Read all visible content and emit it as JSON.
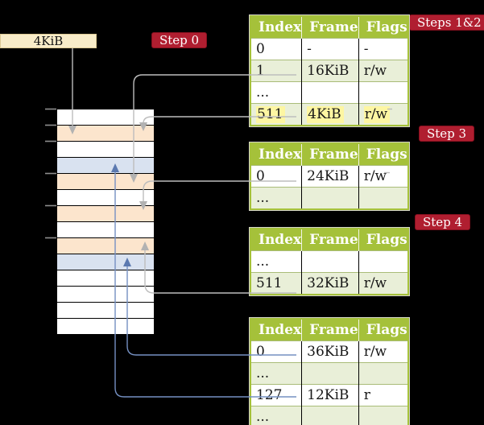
{
  "labels": {
    "frame_address_box": "4KiB",
    "step0": "Step 0",
    "steps_1_2": "Steps 1&2",
    "step3": "Step 3",
    "step4": "Step 4"
  },
  "colors": {
    "header_green": "#a5c13a",
    "row_shaded_green": "#e9efd8",
    "row_white": "#ffffff",
    "highlight_yellow": "#fdf6a2",
    "label_red": "#b01e30",
    "frame_page_table": "#fce5cd",
    "frame_mapped": "#d9e2f0",
    "frame_plain": "#ffffff",
    "arrow_gray": "#bdbdbd",
    "arrow_blue": "#7590c2",
    "arrowhead_gray": "#b2b2b2",
    "arrowhead_blue": "#5b79b0"
  },
  "memory": {
    "rows": [
      {
        "fill": "frame_plain"
      },
      {
        "fill": "frame_page_table"
      },
      {
        "fill": "frame_plain"
      },
      {
        "fill": "frame_mapped"
      },
      {
        "fill": "frame_page_table"
      },
      {
        "fill": "frame_plain"
      },
      {
        "fill": "frame_page_table"
      },
      {
        "fill": "frame_plain"
      },
      {
        "fill": "frame_page_table"
      },
      {
        "fill": "frame_mapped"
      },
      {
        "fill": "frame_plain"
      },
      {
        "fill": "frame_plain"
      },
      {
        "fill": "frame_plain"
      },
      {
        "fill": "frame_plain"
      }
    ]
  },
  "tables": [
    {
      "name": "page-table-steps-1-2",
      "headers": [
        "Index",
        "Frame",
        "Flags"
      ],
      "rows": [
        {
          "cells": [
            "0",
            "-",
            "-"
          ],
          "shaded": false,
          "highlight": false
        },
        {
          "cells": [
            "1",
            "16KiB",
            "r/w"
          ],
          "shaded": true,
          "highlight": false
        },
        {
          "cells": [
            "...",
            "",
            ""
          ],
          "shaded": false,
          "highlight": false
        },
        {
          "cells": [
            "511",
            "4KiB",
            "r/w"
          ],
          "shaded": true,
          "highlight": true
        }
      ]
    },
    {
      "name": "page-table-step-3",
      "headers": [
        "Index",
        "Frame",
        "Flags"
      ],
      "rows": [
        {
          "cells": [
            "0",
            "24KiB",
            "r/w"
          ],
          "shaded": false,
          "highlight": false
        },
        {
          "cells": [
            "...",
            "",
            ""
          ],
          "shaded": true,
          "highlight": false
        }
      ]
    },
    {
      "name": "page-table-step-4",
      "headers": [
        "Index",
        "Frame",
        "Flags"
      ],
      "rows": [
        {
          "cells": [
            "...",
            "",
            ""
          ],
          "shaded": false,
          "highlight": false
        },
        {
          "cells": [
            "511",
            "32KiB",
            "r/w"
          ],
          "shaded": true,
          "highlight": false
        }
      ]
    },
    {
      "name": "page-table-final",
      "headers": [
        "Index",
        "Frame",
        "Flags"
      ],
      "rows": [
        {
          "cells": [
            "0",
            "36KiB",
            "r/w"
          ],
          "shaded": false,
          "highlight": false
        },
        {
          "cells": [
            "...",
            "",
            ""
          ],
          "shaded": true,
          "highlight": false
        },
        {
          "cells": [
            "127",
            "12KiB",
            "r"
          ],
          "shaded": false,
          "highlight": false
        },
        {
          "cells": [
            "...",
            "",
            ""
          ],
          "shaded": true,
          "highlight": false
        }
      ]
    }
  ],
  "arrows": [
    {
      "id": "box-4kib-to-frame",
      "color": "gray"
    },
    {
      "id": "t1-entry1-to-16kib-frame",
      "color": "gray"
    },
    {
      "id": "t1-entry511-to-4kib-frame",
      "color": "gray"
    },
    {
      "id": "t2-entry0-to-24kib-frame",
      "color": "gray"
    },
    {
      "id": "t3-entry511-to-32kib-frame",
      "color": "gray"
    },
    {
      "id": "t4-entry0-to-36kib-frame",
      "color": "blue"
    },
    {
      "id": "t4-entry127-to-12kib-frame",
      "color": "blue"
    }
  ]
}
